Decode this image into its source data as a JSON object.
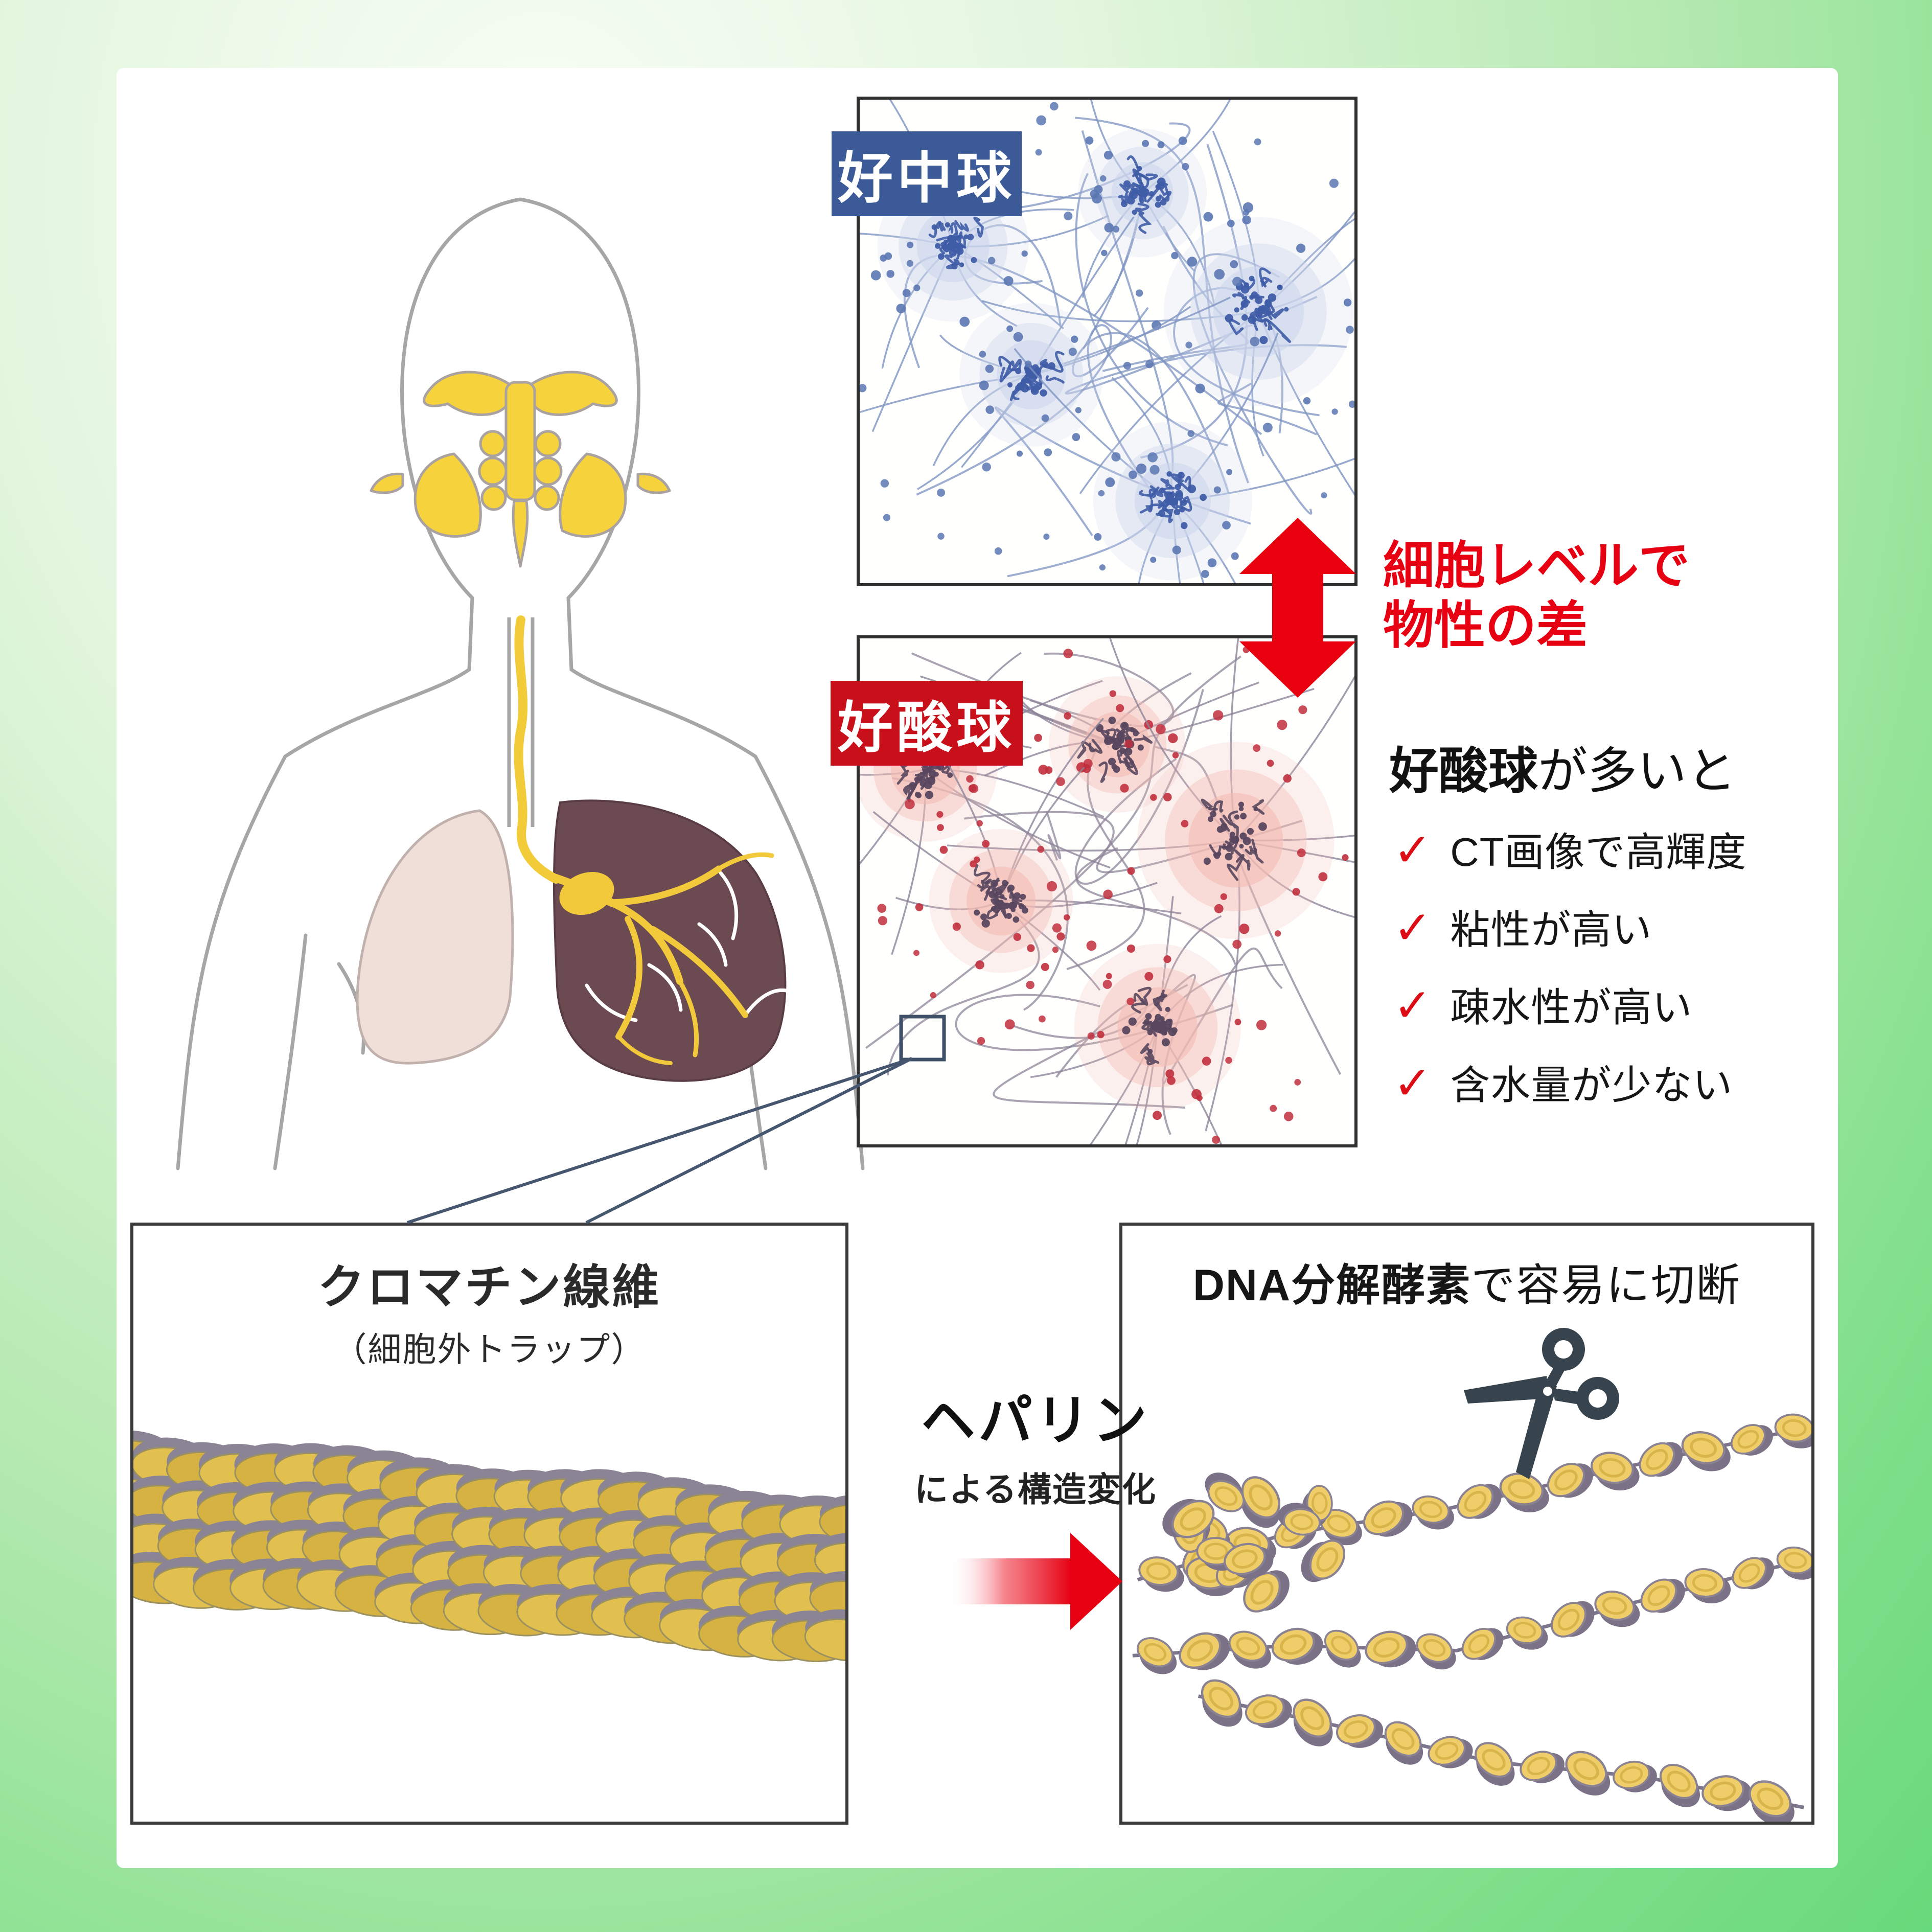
{
  "cell_boxes": {
    "neutrophil": {
      "label": "好中球",
      "label_bg": "#3b5a97"
    },
    "eosinophil": {
      "label": "好酸球",
      "label_bg": "#c8101a"
    }
  },
  "comparison": {
    "note_line1": "細胞レベルで",
    "note_line2": "物性の差",
    "note_color": "#e60012",
    "heading_bold": "好酸球",
    "heading_rest": "が多いと",
    "check_glyph": "✓",
    "check_color": "#dc0d15",
    "items": [
      "CT画像で高輝度",
      "粘性が高い",
      "疎水性が高い",
      "含水量が少ない"
    ]
  },
  "chromatin_panel": {
    "title": "クロマチン線維",
    "subtitle": "（細胞外トラップ）"
  },
  "heparin": {
    "title": "ヘパリン",
    "subtitle": "による構造変化"
  },
  "dna_panel": {
    "title_bold": "DNA分解酵素",
    "title_rest": "で容易に切断"
  }
}
